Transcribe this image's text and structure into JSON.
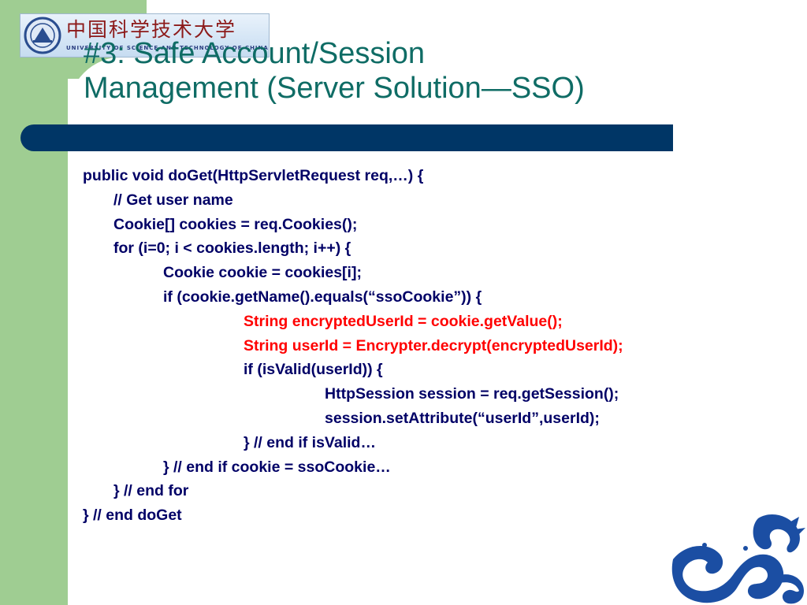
{
  "logo": {
    "chinese": "中国科学技术大学",
    "english": "UNIVERSITY OF SCIENCE AND TECHNOLOGY OF CHINA"
  },
  "title": {
    "line1": "#3: Safe Account/Session",
    "line2": "Management (Server Solution—SSO)"
  },
  "code_lines": [
    "public void doGet(HttpServletRequest req,…) {",
    "// Get user name",
    "Cookie[] cookies = req.Cookies();",
    "for (i=0; i < cookies.length; i++) {",
    "Cookie cookie = cookies[i];",
    "if (cookie.getName().equals(“ssoCookie”)) {",
    "String encryptedUserId = cookie.getValue();",
    "String userId = Encrypter.decrypt(encryptedUserId);",
    "if (isValid(userId)) {",
    "HttpSession session = req.getSession();",
    "session.setAttribute(“userId”,userId);",
    "} // end if isValid…",
    "} // end if cookie = ssoCookie…",
    "} // end for",
    "} // end doGet"
  ],
  "colors": {
    "title": "#0f6c65",
    "code": "#000066",
    "highlight": "#ff0000",
    "band_green": "#9fcd92",
    "bar_navy": "#003666",
    "emblem_blue": "#1b4ea3"
  }
}
